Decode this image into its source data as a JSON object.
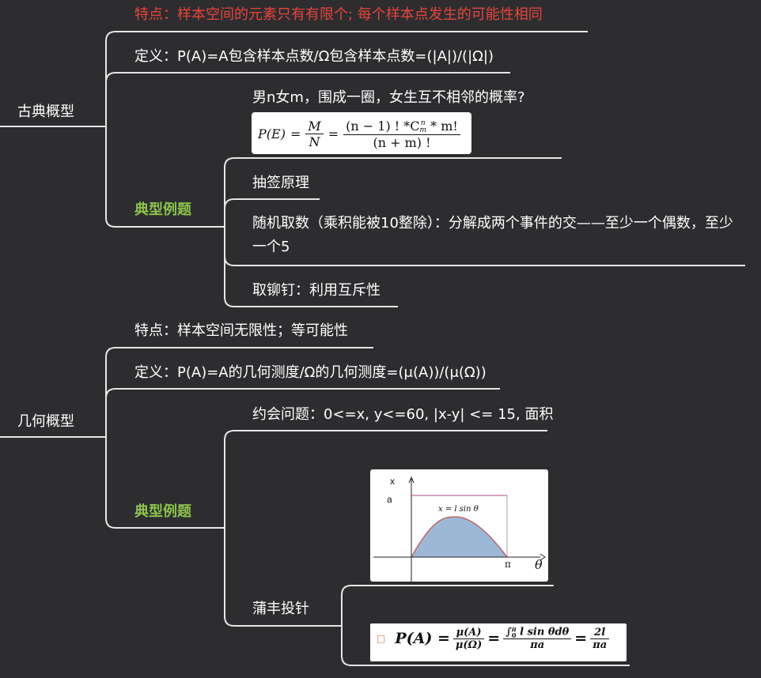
{
  "classical": {
    "topic": "古典概型",
    "feature": "特点：样本空间的元素只有有限个; 每个样本点发生的可能性相同",
    "definition": "定义：P(A)=A包含样本点数/Ω包含样本点数=(|A|)/(|Ω|)",
    "examples_label": "典型例题",
    "q_circle": "男n女m，围成一圈，女生互不相邻的概率?",
    "formula": {
      "lhs": "P(E)",
      "num1": "M",
      "den1": "N",
      "num2": "(n − 1) ! *C",
      "num2_sup": "n",
      "num2_sub": "m",
      "num2_tail": " * m!",
      "den2": "(n + m) !"
    },
    "q_draw": "抽签原理",
    "q_random": "随机取数（乘积能被10整除）：分解成两个事件的交——至少一个偶数，至少一个5",
    "q_rivet": "取铆钉：利用互斥性"
  },
  "geometric": {
    "topic": "几何概型",
    "feature": "特点：样本空间无限性；等可能性",
    "definition_prefix": "定义：",
    "definition_rest": "P(A)=A的几何测度/Ω的几何测度=(μ(A))/(μ(Ω))",
    "examples_label": "典型例题",
    "q_meeting": "约会问题：0<=x, y<=60, |x-y| <= 15, 面积",
    "q_buffon": "蒲丰投针",
    "graph": {
      "x_axis_label": "x",
      "a_label": "a",
      "curve_label": "x = l sin θ",
      "pi_label": "π",
      "theta_label": "θ"
    },
    "buffon_formula": {
      "checkbox": "□",
      "lhs": "P(A) =",
      "f1_num": "μ(A)",
      "f1_den": "μ(Ω)",
      "f2_num_int": "∫",
      "f2_num_upper": "π",
      "f2_num_lower": "0",
      "f2_num_body": "l sin θdθ",
      "f2_den": "πa",
      "f3_num": "2l",
      "f3_den": "πa"
    }
  },
  "colors": {
    "background": "#2d2d30",
    "line": "#e6e6e6",
    "feature_red": "#e8433a",
    "label_green": "#8bc34a",
    "curve_fill": "#9db8d6",
    "curve_stroke": "#c0504d"
  }
}
